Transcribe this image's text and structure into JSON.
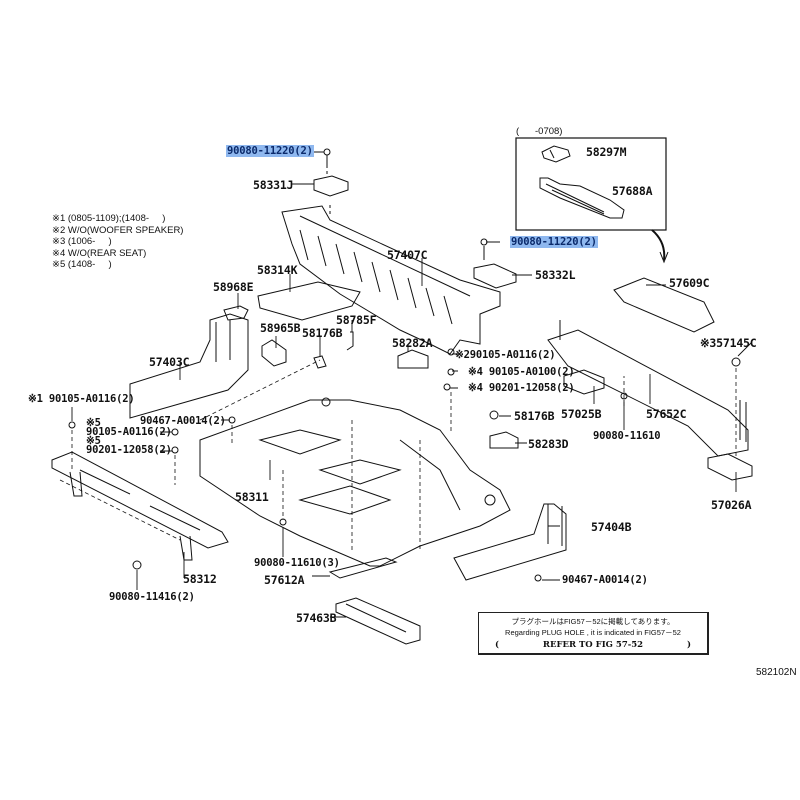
{
  "figure_number": "582102N",
  "highlight_color": "#8fb8ef",
  "notes": [
    "※1 (0805-1109);(1408-     )",
    "※2 W/O(WOOFER SPEAKER)",
    "※3 (1006-     )",
    "※4 W/O(REAR SEAT)",
    "※5 (1408-     )"
  ],
  "inset": {
    "caption": "(      -0708)",
    "parts": [
      "58297M",
      "57688A"
    ]
  },
  "parts": {
    "p90080_11220_top": "90080-11220(2)",
    "p58331J": "58331J",
    "p90080_11220_right": "90080-11220(2)",
    "p58332L": "58332L",
    "p57407C": "57407C",
    "p58314K": "58314K",
    "p58968E": "58968E",
    "p58965B": "58965B",
    "p58176B_a": "58176B",
    "p58785F": "58785F",
    "p58282A": "58282A",
    "p57403C": "57403C",
    "p90105_A0116_2": "※290105-A0116(2)",
    "p90105_A0100": "※4 90105-A0100(2)",
    "p90201_12058_4": "※4 90201-12058(2)",
    "p58176B_b": "58176B",
    "p58283D": "58283D",
    "p90105_A0116_1": "※1 90105-A0116(2)",
    "p90467_A0014_a": "90467-A0014(2)",
    "p5_a": "※5",
    "p90105_A0116_5": "90105-A0116(2)",
    "p5_b": "※5",
    "p90201_12058_5": "90201-12058(2)",
    "p58311": "58311",
    "p58312": "58312",
    "p90080_11416": "90080-11416(2)",
    "p90080_11610_3": "90080-11610(3)",
    "p57612A": "57612A",
    "p57463B": "57463B",
    "p57404B": "57404B",
    "p90467_A0014_b": "90467-A0014(2)",
    "p57609C": "57609C",
    "p57145C": "※357145C",
    "p57025B": "57025B",
    "p57652C": "57652C",
    "p90080_11610": "90080-11610",
    "p57026A": "57026A"
  },
  "reference_box": {
    "line_jp": "プラグホールはFIG57－52に掲載してあります。",
    "line_en": "Regarding PLUG HOLE , it is indicated in FIG57－52",
    "open_paren": "(",
    "refer": "REFER TO FIG 57-52",
    "close_paren": ")"
  }
}
